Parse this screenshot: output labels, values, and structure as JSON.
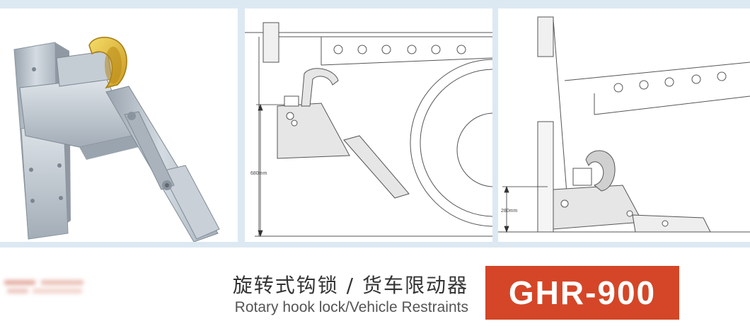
{
  "diagram_left": {
    "dimension_label": "680mm"
  },
  "diagram_right": {
    "dimension_label": "280mm"
  },
  "product": {
    "title_cn": "旋转式钩锁 / 货车限动器",
    "title_en": "Rotary hook lock/Vehicle Restraints",
    "model": "GHR-900"
  },
  "colors": {
    "badge": "#d44627",
    "panel_border": "#dde9f2",
    "hook_yellow": "#e8c23a",
    "steel": "#b9c2cb"
  }
}
